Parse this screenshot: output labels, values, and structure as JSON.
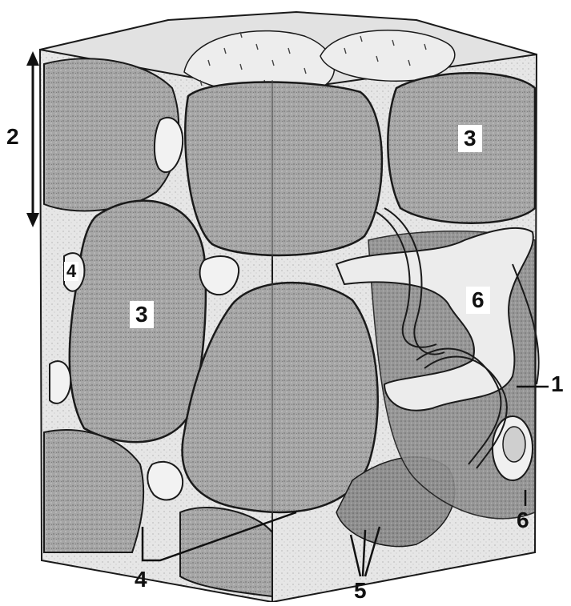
{
  "labels": {
    "l1": "1",
    "l2": "2",
    "l3a": "3",
    "l3b": "3",
    "l4a": "4",
    "l4b": "4",
    "l5": "5",
    "l6a": "6",
    "l6b": "6"
  },
  "colors": {
    "fiber_fill": "#a8a8a8",
    "fiber_dark": "#8c8c8c",
    "top_surface": "#e4e4e4",
    "connective": "#d6d6d6",
    "outline": "#1a1a1a",
    "vessel": "#e9e9e9"
  }
}
